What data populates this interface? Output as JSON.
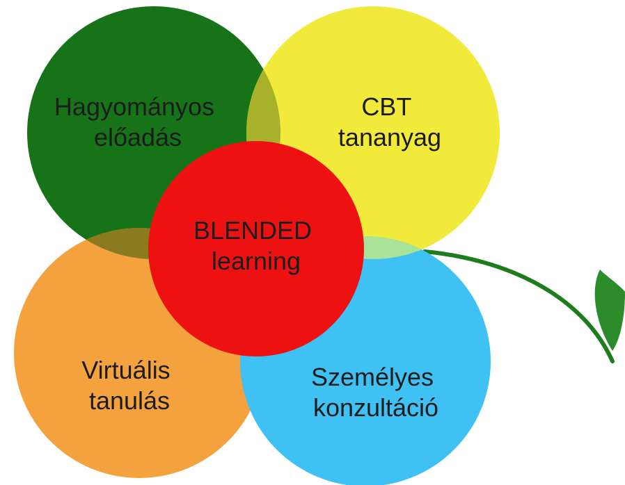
{
  "diagram": {
    "center": {
      "line1": "BLENDED",
      "line2": "learning",
      "color": "#ee1111"
    },
    "petals": [
      {
        "id": "traditional",
        "line1": "Hagyományos",
        "line2": "előadás",
        "color": "#167318"
      },
      {
        "id": "cbt",
        "line1": "CBT",
        "line2": "tananyag",
        "color": "#f1ea3a"
      },
      {
        "id": "virtual",
        "line1": "Virtuális",
        "line2": "tanulás",
        "color": "#f4a23e"
      },
      {
        "id": "personal",
        "line1": "Személyes",
        "line2": "konzultáció",
        "color": "#3fc1f4"
      }
    ],
    "stem_color": "#1d7d1d",
    "leaf_color": "#2c8c2c"
  }
}
